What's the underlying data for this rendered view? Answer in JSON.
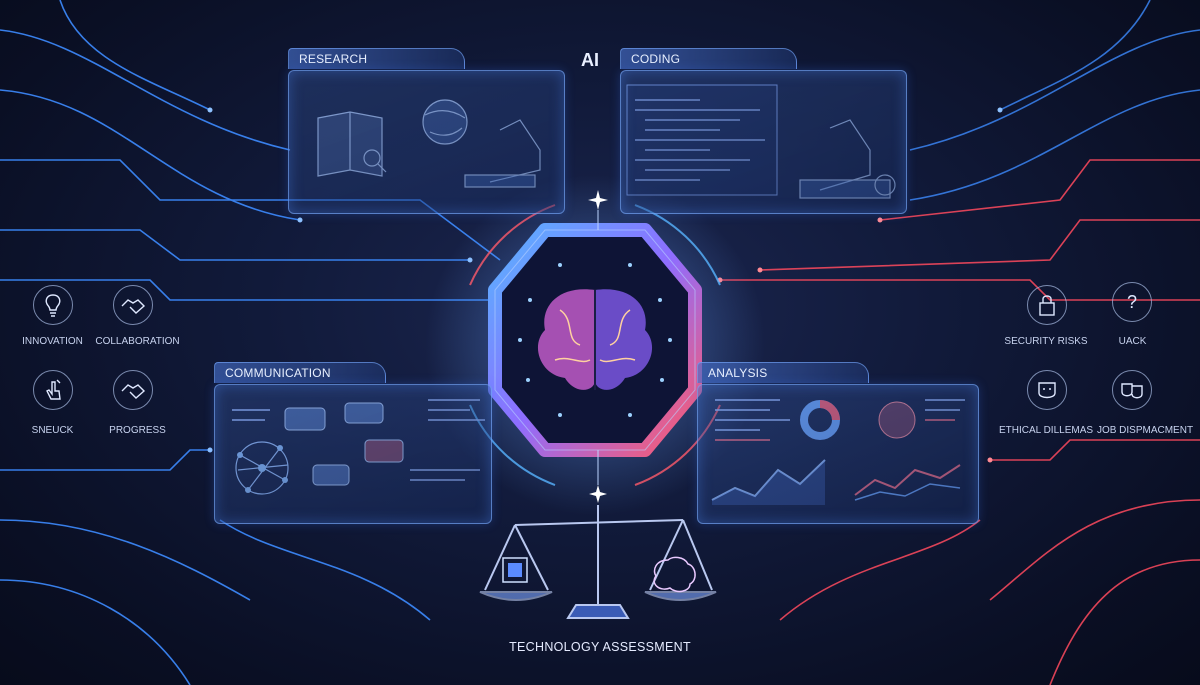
{
  "title": "AI",
  "panels": {
    "research": "RESEARCH",
    "coding": "CODING",
    "communication": "COMMUNICATION",
    "analysis": "ANALYSIS"
  },
  "left_icons": [
    {
      "label": "INNOVATION",
      "icon": "lightbulb-icon"
    },
    {
      "label": "COLLABORATION",
      "icon": "handshake-icon"
    },
    {
      "label": "SNEUCK",
      "icon": "touch-icon"
    },
    {
      "label": "PROGRESS",
      "icon": "handshake-icon"
    }
  ],
  "right_icons": [
    {
      "label": "SECURITY RISKS",
      "icon": "lock-icon"
    },
    {
      "label": "UACK",
      "icon": "question-icon"
    },
    {
      "label": "ETHICAL DILLEMAS",
      "icon": "mask-icon"
    },
    {
      "label": "JOB DISPMACMENT",
      "icon": "masks-icon"
    }
  ],
  "footer": "TECHNOLOGY ASSESSMENT",
  "colors": {
    "blue": "#3d8bff",
    "red": "#ff4a5e",
    "bg": "#0b1024"
  }
}
